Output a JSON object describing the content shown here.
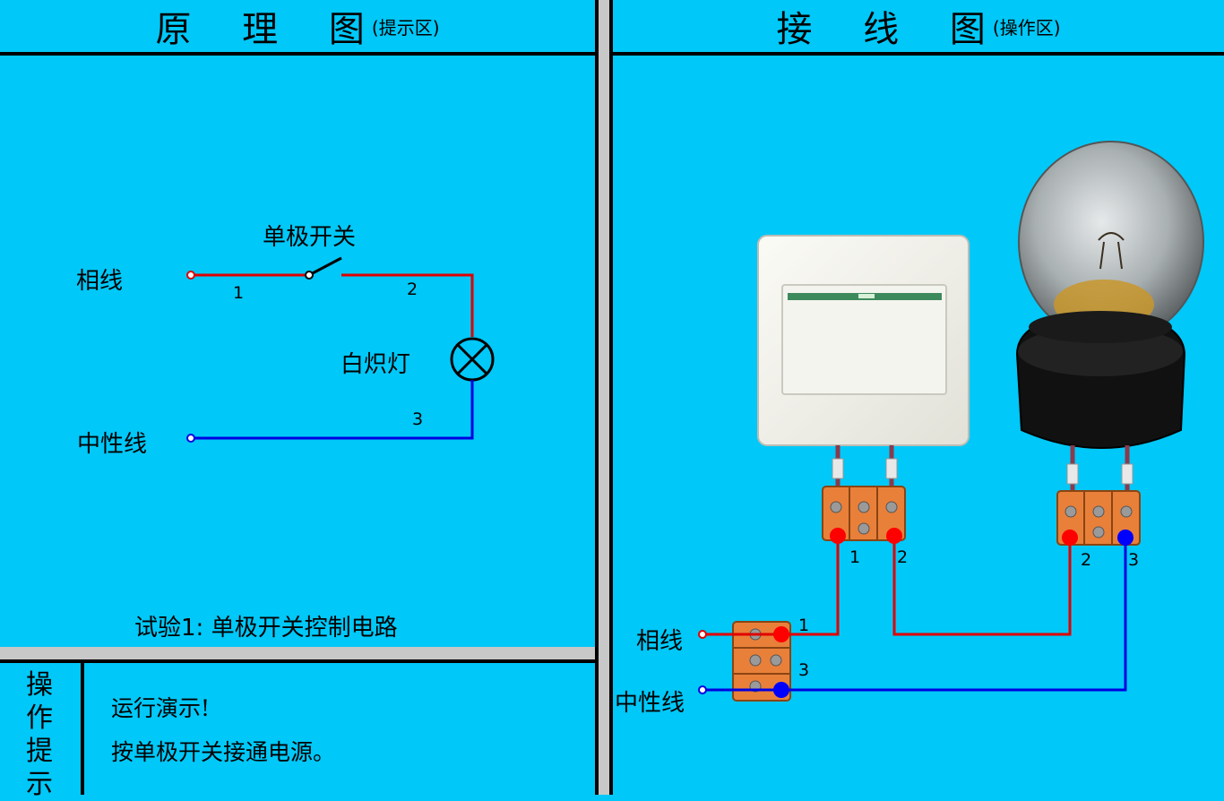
{
  "left_panel": {
    "title": "原 理 图",
    "title_note": "(提示区)",
    "switch_label": "单极开关",
    "lamp_label": "白炽灯",
    "phase_label": "相线",
    "neutral_label": "中性线",
    "wire_numbers": [
      "1",
      "2",
      "3"
    ],
    "caption": "试验1: 单极开关控制电路"
  },
  "right_panel": {
    "title": "接 线 图",
    "title_note": "(操作区)",
    "phase_label": "相线",
    "neutral_label": "中性线",
    "switch_terminals": [
      "1",
      "2"
    ],
    "lamp_terminals": [
      "2",
      "3"
    ],
    "main_terminals": [
      "1",
      "3"
    ]
  },
  "tips": {
    "heading_chars": [
      "操",
      "作",
      "提",
      "示"
    ],
    "lines": [
      "运行演示!",
      "按单极开关接通电源。"
    ]
  },
  "colors": {
    "background": "#00C8F8",
    "phase_wire": "#E00000",
    "neutral_wire": "#0000E0",
    "terminal_block": "#E8803A"
  }
}
